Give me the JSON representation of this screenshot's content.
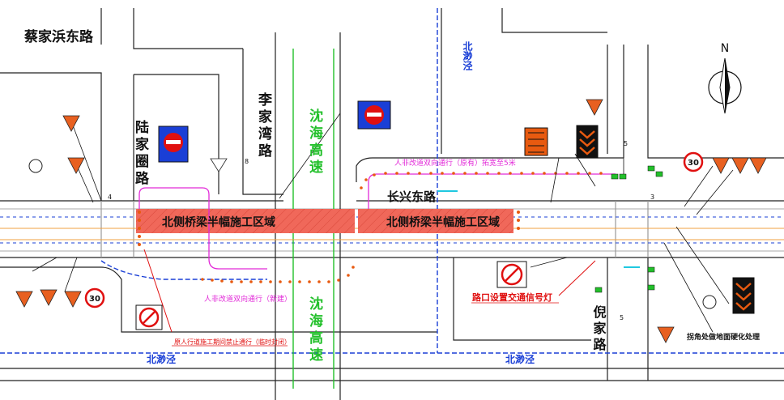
{
  "title_labels": {
    "street_caijiabang_east": "蔡家浜东路",
    "beisheng_jing_top": "北渺泾",
    "beisheng_jing_bottom_left": "北渺泾",
    "beisheng_jing_bottom_right": "北渺泾",
    "lujiaquan_road": "陆家圈路",
    "lijiawan_road": "李家湾路",
    "shenhai_expressway": "沈海高速",
    "changxing_east_road": "长兴东路",
    "nijia_road": "倪家路",
    "north_arrow": "N"
  },
  "work_zones": {
    "left": "北侧桥梁半幅施工区域",
    "right": "北侧桥梁半幅施工区域"
  },
  "annotations": {
    "ped_reroute_existing": "人非改道双向通行（原有）拓宽至5米",
    "ped_reroute_new": "人非改道双向通行（新建）",
    "sidewalk_closed": "原人行道施工期间禁止通行（临时封闭）",
    "signal_lights": "路口设置交通信号灯",
    "corner_hardening": "拐角处做地面硬化处理"
  },
  "signs": {
    "speed_limit_value": "30"
  },
  "dimensions": {
    "d_left": "4",
    "d_lijiawan": "8",
    "d_nijia_top": "5",
    "d_nijia_bottom": "5",
    "d_east": "3"
  },
  "colors": {
    "road_line": "#222222",
    "water_blue": "#1a3fd6",
    "expressway_green": "#22c02a",
    "work_zone_fill": "#f0685a",
    "reroute_magenta": "#e22ad8",
    "annotation_red": "#e01010",
    "barrier_orange": "#e85a10",
    "cyan_marker": "#20c8e0"
  }
}
